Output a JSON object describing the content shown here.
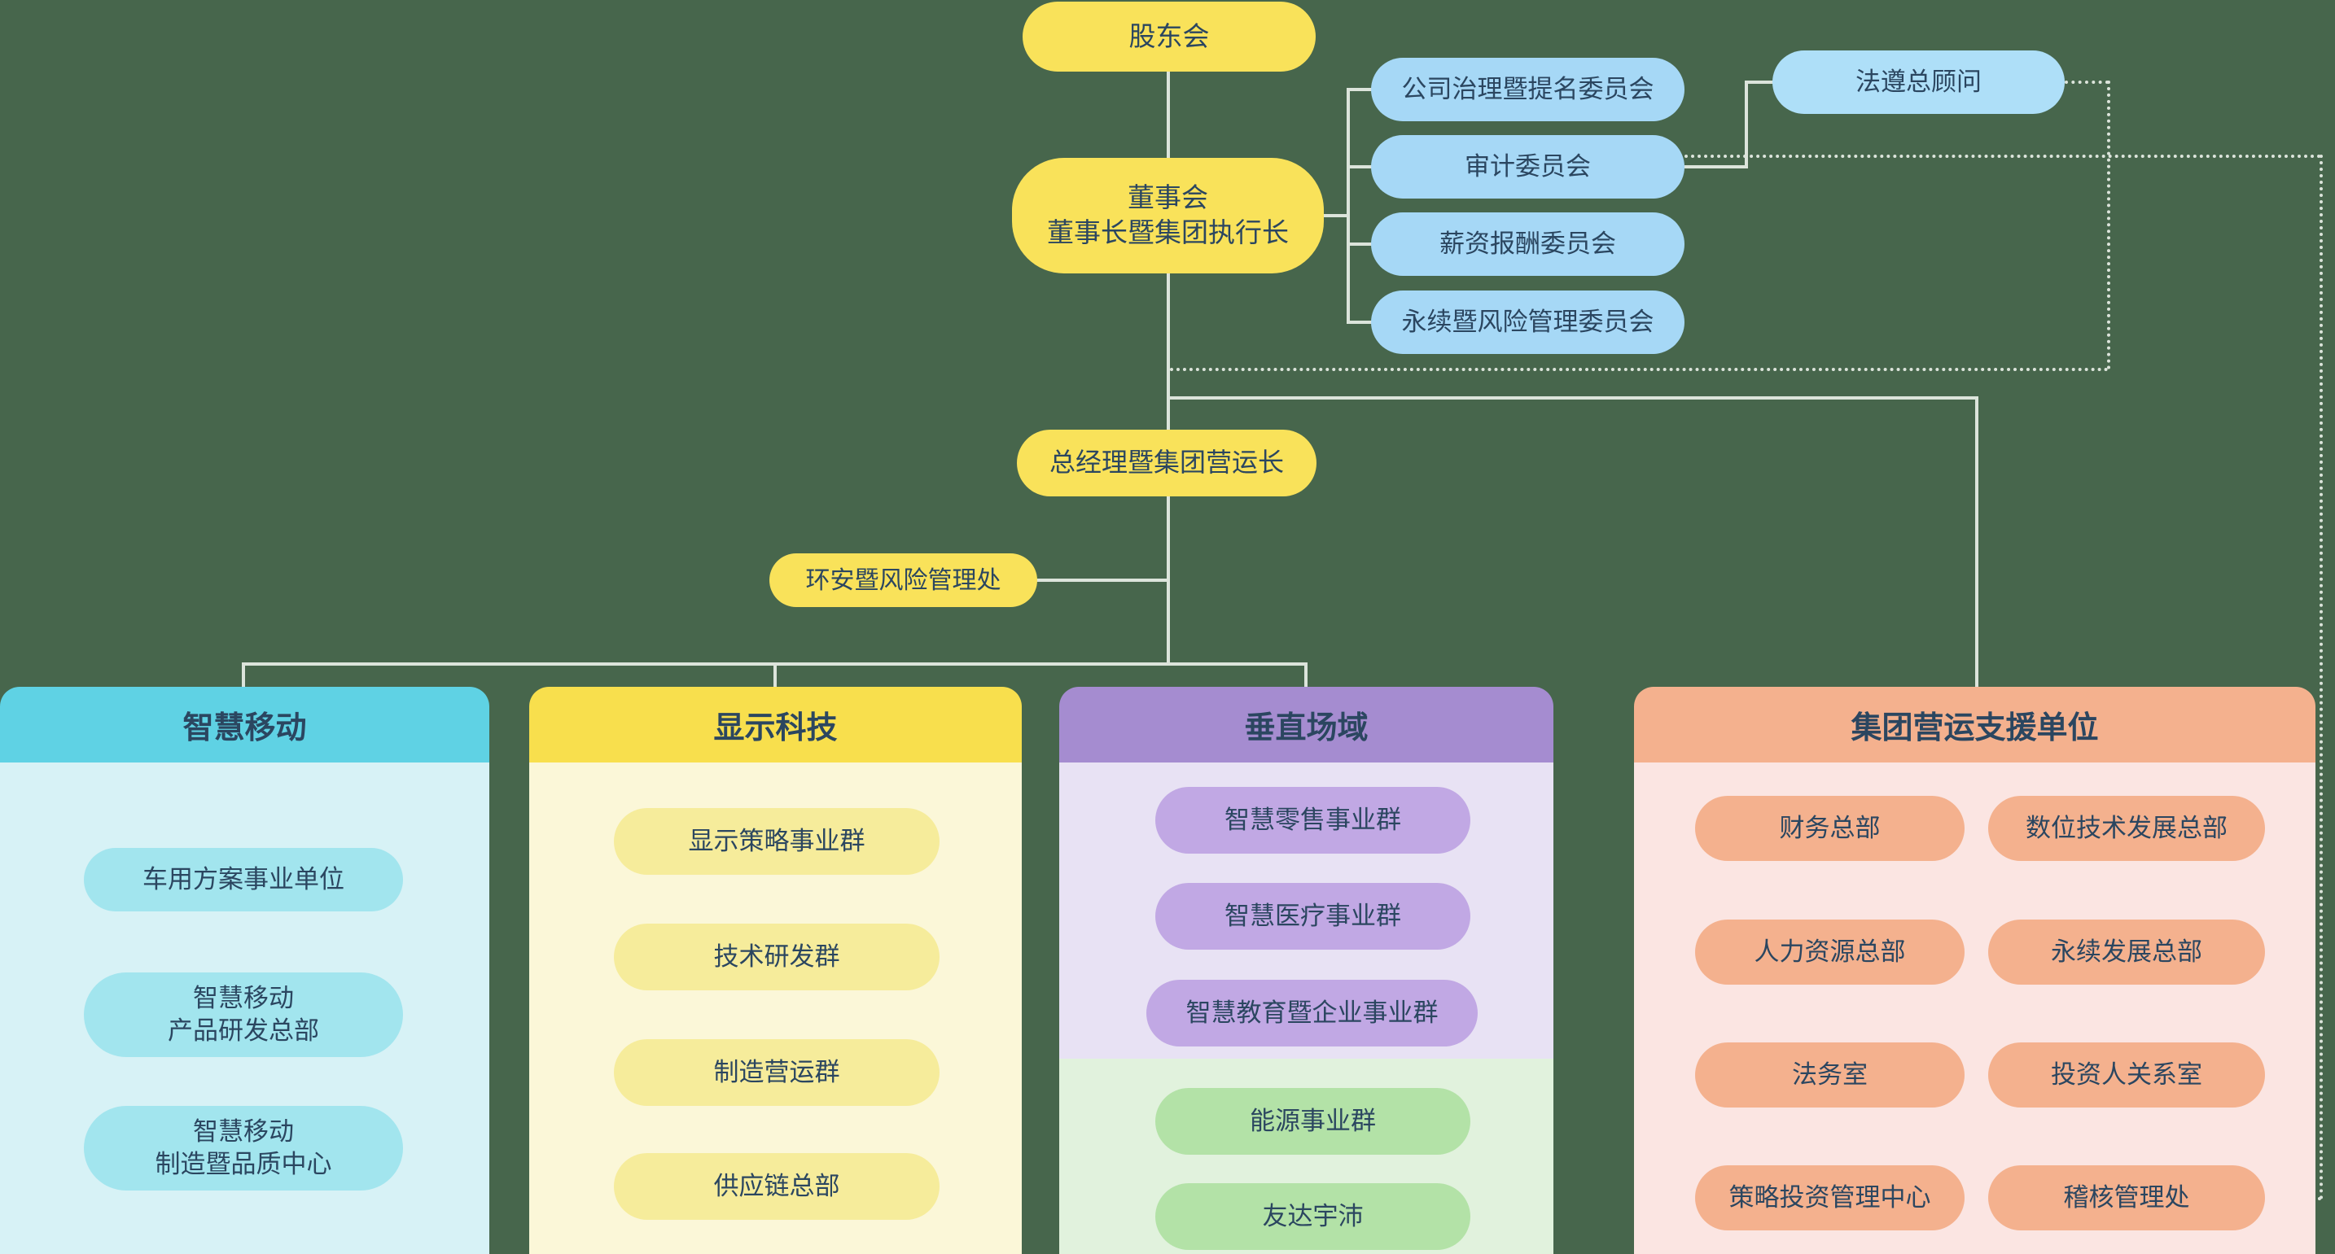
{
  "top": {
    "shareholders": "股东会",
    "board": "董事会\n董事长暨集团执行长",
    "committees": [
      "公司治理暨提名委员会",
      "审计委员会",
      "薪资报酬委员会",
      "永续暨风险管理委员会"
    ],
    "chief_compliance": "法遵总顾问",
    "president": "总经理暨集团营运长",
    "ehs_risk": "环安暨风险管理处"
  },
  "columns": {
    "smart_mobility": {
      "title": "智慧移动",
      "items": [
        "车用方案事业单位",
        "智慧移动\n产品研发总部",
        "智慧移动\n制造暨品质中心"
      ]
    },
    "display_tech": {
      "title": "显示科技",
      "items": [
        "显示策略事业群",
        "技术研发群",
        "制造营运群",
        "供应链总部"
      ]
    },
    "vertical_domains": {
      "title": "垂直场域",
      "purple_items": [
        "智慧零售事业群",
        "智慧医疗事业群",
        "智慧教育暨企业事业群"
      ],
      "green_items": [
        "能源事业群",
        "友达宇沛"
      ]
    },
    "group_support": {
      "title": "集团营运支援单位",
      "left_items": [
        "财务总部",
        "人力资源总部",
        "法务室",
        "策略投资管理中心"
      ],
      "right_items": [
        "数位技术发展总部",
        "永续发展总部",
        "投资人关系室",
        "稽核管理处"
      ]
    }
  },
  "colors": {
    "background": "#47664C",
    "connector": "#DCE4DB",
    "node_yellow": "#F9E25A",
    "node_blue": "#A6D8F6",
    "mobility_header": "#5FD2E4",
    "mobility_body": "#D7F2F6",
    "mobility_item": "#A2E5EE",
    "display_header": "#F8DF4D",
    "display_body": "#FBF7D8",
    "display_item": "#F6EC9B",
    "vertical_header": "#A58CD0",
    "vertical_body_purple": "#E8E2F4",
    "vertical_item_purple": "#C1A8E4",
    "vertical_body_green": "#E1F2DD",
    "vertical_item_green": "#B3E2A7",
    "support_header": "#F4B18E",
    "support_body": "#FBE5E2",
    "support_item": "#F4B18E",
    "text": "#2B4660"
  }
}
